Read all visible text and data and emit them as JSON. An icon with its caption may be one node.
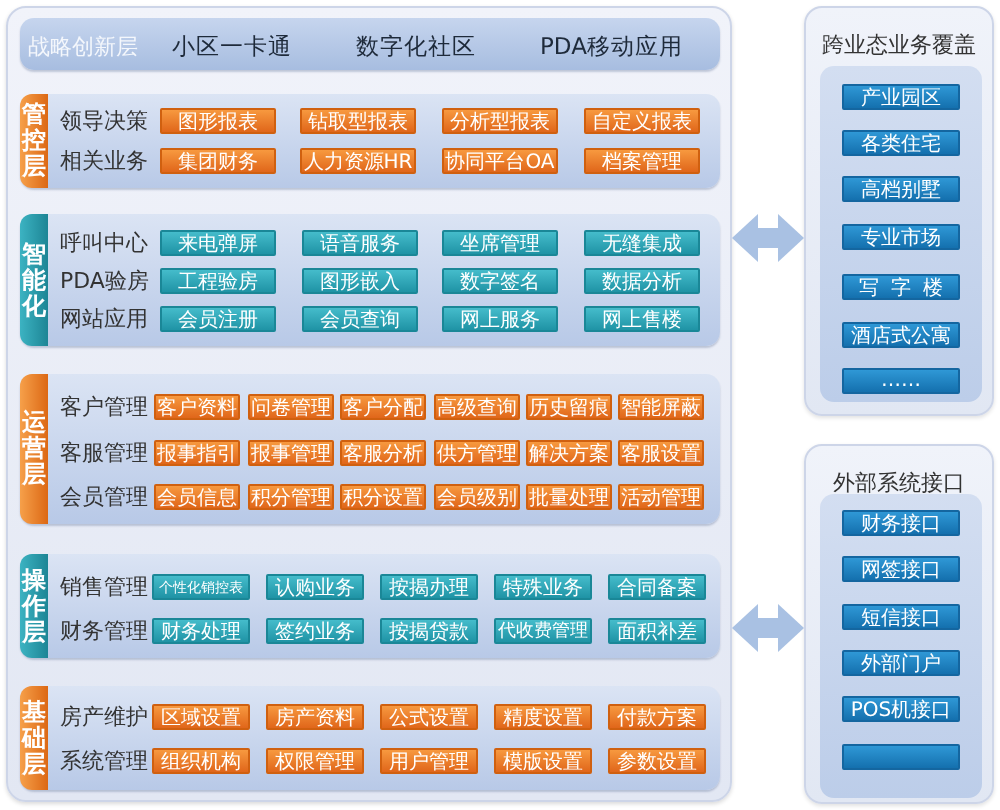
{
  "diagram": {
    "nodes": [
      {
        "text": [],
        "shape": "box"
      },
      {
        "text": [
          "战略创新层",
          "小区一卡通",
          "数字化社区",
          "PDA移动应用"
        ],
        "in": 0
      },
      {
        "text": [
          "管控层",
          "领导决策",
          "相关业务"
        ],
        "in": 0
      },
      {
        "text": [
          "图形报表"
        ],
        "in": 2
      },
      {
        "text": [
          "钻取型报表"
        ],
        "in": 2
      },
      {
        "text": [
          "分析型报表"
        ],
        "in": 2
      },
      {
        "text": [
          "自定义报表"
        ],
        "in": 2
      },
      {
        "text": [
          "集团财务"
        ],
        "in": 2
      },
      {
        "text": [
          "人力资源HR"
        ],
        "in": 2
      },
      {
        "text": [
          "协同平台OA"
        ],
        "in": 2
      },
      {
        "text": [
          "档案管理"
        ],
        "in": 2
      },
      {
        "text": [
          "智能化",
          "呼叫中心",
          "PDA验房",
          "网站应用"
        ],
        "in": 0
      },
      {
        "text": [
          "来电弹屏"
        ],
        "in": 11
      },
      {
        "text": [
          "语音服务"
        ],
        "in": 11
      },
      {
        "text": [
          "坐席管理"
        ],
        "in": 11
      },
      {
        "text": [
          "无缝集成"
        ],
        "in": 11
      },
      {
        "text": [
          "工程验房"
        ],
        "in": 11
      },
      {
        "text": [
          "图形嵌入"
        ],
        "in": 11
      },
      {
        "text": [
          "数字签名"
        ],
        "in": 11
      },
      {
        "text": [
          "数据分析"
        ],
        "in": 11
      },
      {
        "text": [
          "会员注册"
        ],
        "in": 11
      },
      {
        "text": [
          "会员查询"
        ],
        "in": 11
      },
      {
        "text": [
          "网上服务"
        ],
        "in": 11
      },
      {
        "text": [
          "网上售楼"
        ],
        "in": 11
      },
      {
        "text": [
          "运营层",
          "客户管理",
          "客服管理",
          "会员管理"
        ],
        "in": 0
      },
      {
        "text": [
          "客户资料"
        ],
        "in": 24
      },
      {
        "text": [
          "问卷管理"
        ],
        "in": 24
      },
      {
        "text": [
          "客户分配"
        ],
        "in": 24
      },
      {
        "text": [
          "高级查询"
        ],
        "in": 24
      },
      {
        "text": [
          "历史留痕"
        ],
        "in": 24
      },
      {
        "text": [
          "智能屏蔽"
        ],
        "in": 24
      },
      {
        "text": [
          "报事指引"
        ],
        "in": 24
      },
      {
        "text": [
          "报事管理"
        ],
        "in": 24
      },
      {
        "text": [
          "客服分析"
        ],
        "in": 24
      },
      {
        "text": [
          "供方管理"
        ],
        "in": 24
      },
      {
        "text": [
          "解决方案"
        ],
        "in": 24
      },
      {
        "text": [
          "客服设置"
        ],
        "in": 24
      },
      {
        "text": [
          "会员信息"
        ],
        "in": 24
      },
      {
        "text": [
          "积分管理"
        ],
        "in": 24
      },
      {
        "text": [
          "积分设置"
        ],
        "in": 24
      },
      {
        "text": [
          "会员级别"
        ],
        "in": 24
      },
      {
        "text": [
          "批量处理"
        ],
        "in": 24
      },
      {
        "text": [
          "活动管理"
        ],
        "in": 24
      },
      {
        "text": [
          "操作层",
          "销售管理",
          "财务管理"
        ],
        "in": 0
      },
      {
        "text": [
          "个性化销控表"
        ],
        "in": 43
      },
      {
        "text": [
          "认购业务"
        ],
        "in": 43
      },
      {
        "text": [
          "按揭办理"
        ],
        "in": 43
      },
      {
        "text": [
          "特殊业务"
        ],
        "in": 43
      },
      {
        "text": [
          "合同备案"
        ],
        "in": 43
      },
      {
        "text": [
          "财务处理"
        ],
        "in": 43
      },
      {
        "text": [
          "签约业务"
        ],
        "in": 43
      },
      {
        "text": [
          "按揭贷款"
        ],
        "in": 43
      },
      {
        "text": [
          "代收费管理"
        ],
        "in": 43
      },
      {
        "text": [
          "面积补差"
        ],
        "in": 43
      },
      {
        "text": [
          "基础层",
          "房产维护",
          "系统管理"
        ],
        "in": 0
      },
      {
        "text": [
          "区域设置"
        ],
        "in": 54
      },
      {
        "text": [
          "房产资料"
        ],
        "in": 54
      },
      {
        "text": [
          "公式设置"
        ],
        "in": 54
      },
      {
        "text": [
          "精度设置"
        ],
        "in": 54
      },
      {
        "text": [
          "付款方案"
        ],
        "in": 54
      },
      {
        "text": [
          "组织机构"
        ],
        "in": 54
      },
      {
        "text": [
          "权限管理"
        ],
        "in": 54
      },
      {
        "text": [
          "用户管理"
        ],
        "in": 54
      },
      {
        "text": [
          "模版设置"
        ],
        "in": 54
      },
      {
        "text": [
          "参数设置"
        ],
        "in": 54
      },
      {
        "text": [
          "跨业态业务覆盖"
        ]
      },
      {
        "text": [],
        "shape": "box",
        "in": 65
      },
      {
        "text": [
          "产业园区"
        ],
        "in": 66
      },
      {
        "text": [
          "各类住宅"
        ],
        "in": 66
      },
      {
        "text": [
          "高档别墅"
        ],
        "in": 66
      },
      {
        "text": [
          "专业市场"
        ],
        "in": 66
      },
      {
        "text": [
          "写字楼"
        ],
        "in": 66
      },
      {
        "text": [
          "酒店式公寓"
        ],
        "in": 66
      },
      {
        "text": [
          "……"
        ],
        "in": 66
      },
      {
        "text": [
          "外部系统接口"
        ]
      },
      {
        "text": [],
        "shape": "box",
        "in": 74
      },
      {
        "text": [
          "财务接口"
        ],
        "in": 75
      },
      {
        "text": [
          "网签接口"
        ],
        "in": 75
      },
      {
        "text": [
          "短信接口"
        ],
        "in": 75
      },
      {
        "text": [
          "外部门户"
        ],
        "in": 75
      },
      {
        "text": [
          "POS机接口"
        ],
        "in": 75
      },
      {
        "text": [],
        "shape": "box",
        "in": 75
      }
    ],
    "edges": [
      {
        "from": 0,
        "to": 65,
        "arrow": "both"
      },
      {
        "from": 0,
        "to": 74,
        "arrow": "both"
      }
    ]
  }
}
